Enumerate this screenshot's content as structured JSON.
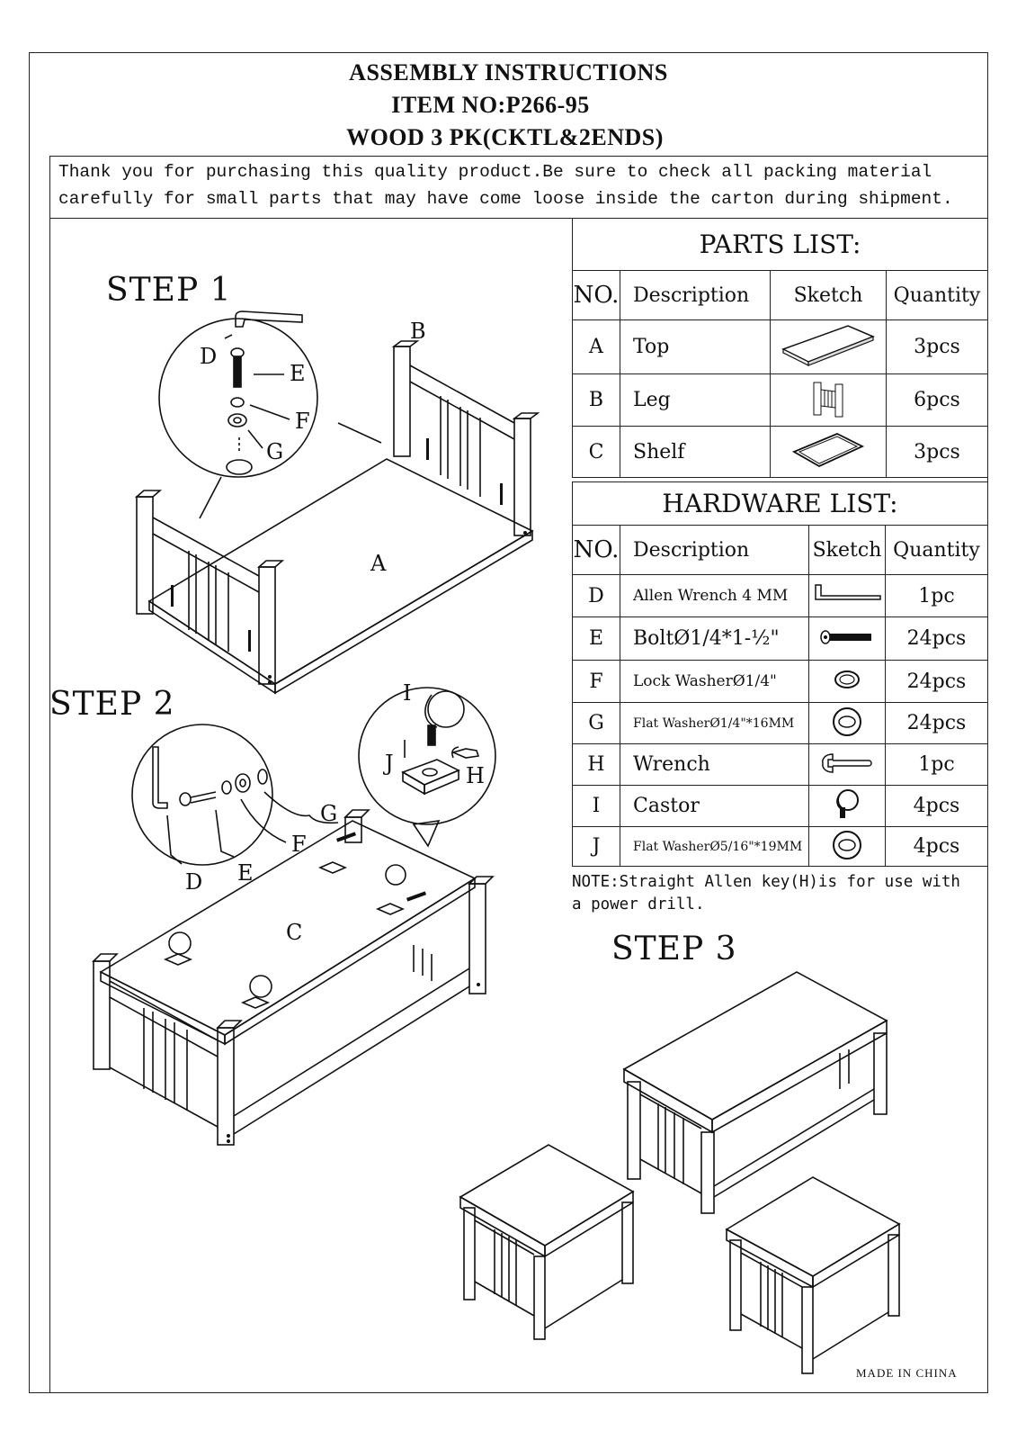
{
  "header": {
    "line1": "ASSEMBLY INSTRUCTIONS",
    "line2": "ITEM NO:P266-95",
    "line3": "WOOD 3 PK(CKTL&2ENDS)"
  },
  "intro": {
    "line1": "Thank you for purchasing this quality product.Be sure to check all packing material",
    "line2": "carefully for small parts that may have come loose inside the carton during shipment."
  },
  "steps": {
    "step1": "STEP 1",
    "step2": "STEP 2",
    "step3": "STEP 3"
  },
  "labels": {
    "A": "A",
    "B": "B",
    "C": "C",
    "D": "D",
    "E": "E",
    "F": "F",
    "G": "G",
    "H": "H",
    "I": "I",
    "J": "J"
  },
  "parts_list": {
    "title": "PARTS LIST:",
    "headers": {
      "no": "NO.",
      "description": "Description",
      "sketch": "Sketch",
      "quantity": "Quantity"
    },
    "rows": [
      {
        "no": "A",
        "description": "Top",
        "quantity": "3pcs",
        "icon": "top-panel-icon"
      },
      {
        "no": "B",
        "description": "Leg",
        "quantity": "6pcs",
        "icon": "leg-frame-icon"
      },
      {
        "no": "C",
        "description": "Shelf",
        "quantity": "3pcs",
        "icon": "shelf-panel-icon"
      }
    ]
  },
  "hardware_list": {
    "title": "HARDWARE LIST:",
    "headers": {
      "no": "NO.",
      "description": "Description",
      "sketch": "Sketch",
      "quantity": "Quantity"
    },
    "rows": [
      {
        "no": "D",
        "description": "Allen Wrench 4 MM",
        "quantity": "1pc",
        "icon": "allen-wrench-icon"
      },
      {
        "no": "E",
        "description": "BoltØ1/4*1-½\"",
        "quantity": "24pcs",
        "icon": "bolt-icon"
      },
      {
        "no": "F",
        "description": "Lock WasherØ1/4\"",
        "quantity": "24pcs",
        "icon": "lock-washer-icon"
      },
      {
        "no": "G",
        "description": "Flat WasherØ1/4\"*16MM",
        "quantity": "24pcs",
        "icon": "flat-washer-icon"
      },
      {
        "no": "H",
        "description": "Wrench",
        "quantity": "1pc",
        "icon": "wrench-icon"
      },
      {
        "no": "I",
        "description": "Castor",
        "quantity": "4pcs",
        "icon": "castor-icon"
      },
      {
        "no": "J",
        "description": "Flat WasherØ5/16\"*19MM",
        "quantity": "4pcs",
        "icon": "large-flat-washer-icon"
      }
    ]
  },
  "note": "NOTE:Straight Allen key(H)is for use with a power drill.",
  "footer": "MADE IN CHINA"
}
